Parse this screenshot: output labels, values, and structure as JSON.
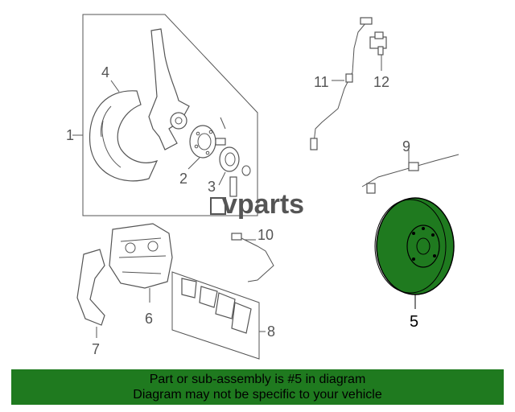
{
  "logo": {
    "text": "vparts"
  },
  "callouts": [
    "1",
    "2",
    "3",
    "4",
    "5",
    "6",
    "7",
    "8",
    "9",
    "10",
    "11",
    "12"
  ],
  "highlight_color": "#1f7a1f",
  "banner": {
    "line1": "Part or sub-assembly is #5 in diagram",
    "line2": "Diagram may not be specific to your vehicle"
  }
}
